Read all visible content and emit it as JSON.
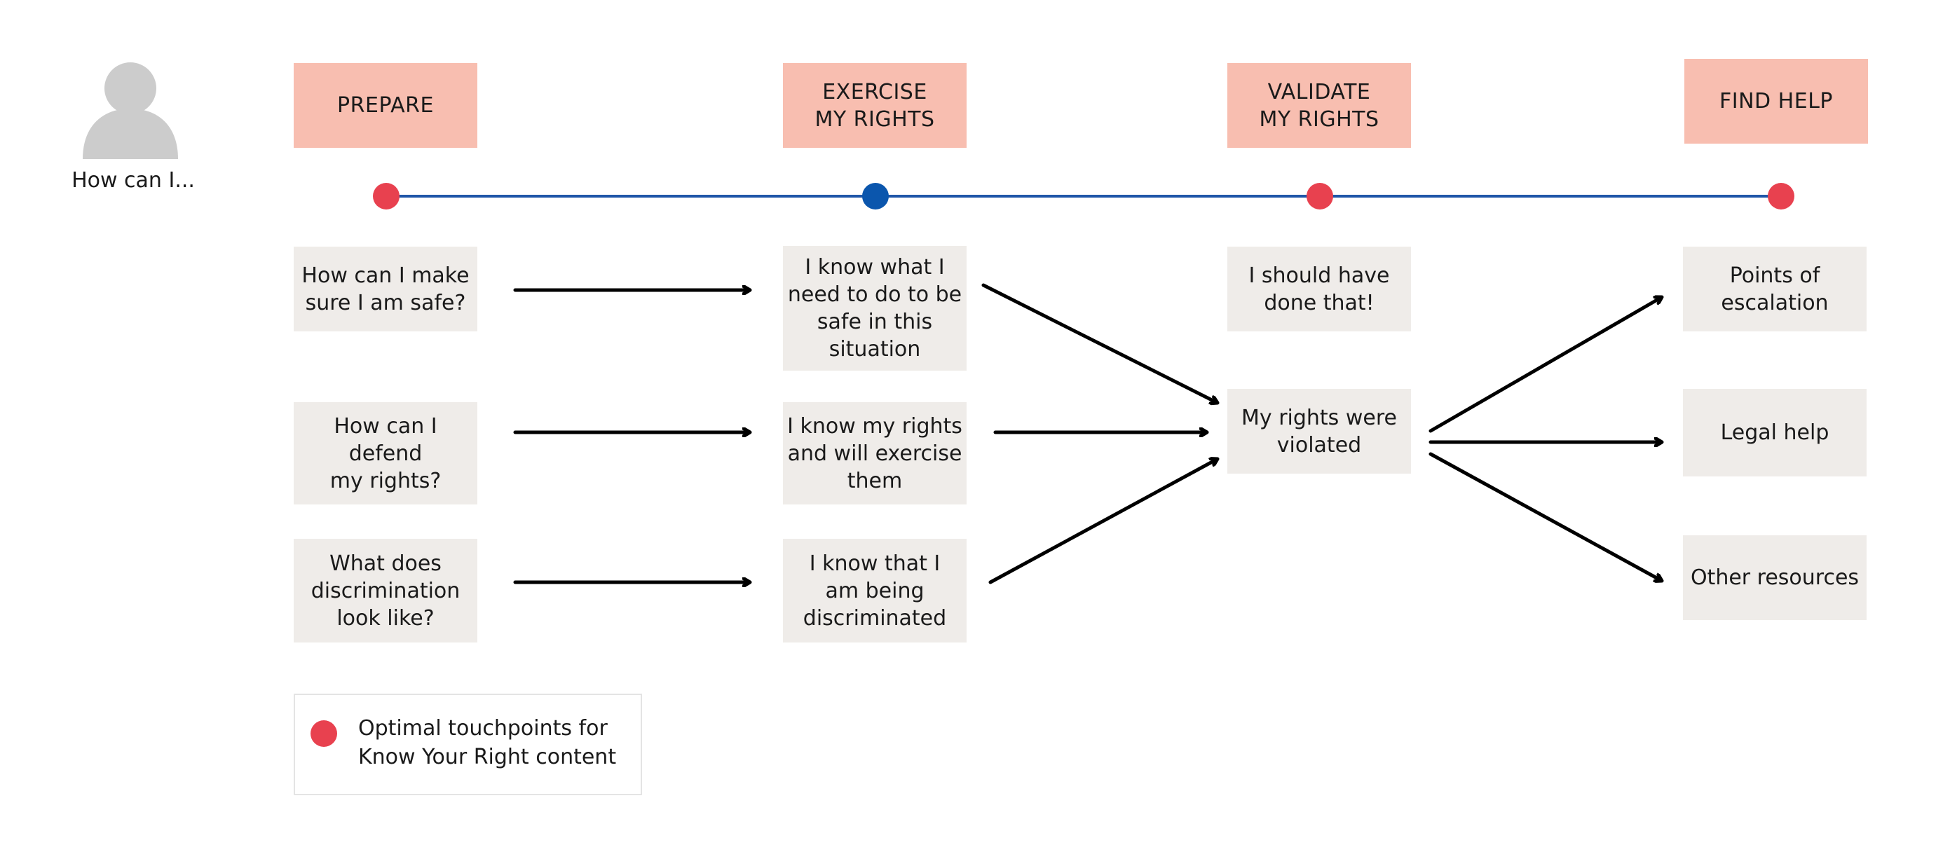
{
  "persona": {
    "label": "How can I..."
  },
  "stages": [
    {
      "id": "prepare",
      "label": "PREPARE",
      "touchpoint": "optimal"
    },
    {
      "id": "exercise",
      "label": "EXERCISE\nMY RIGHTS",
      "touchpoint": "current"
    },
    {
      "id": "validate",
      "label": "VALIDATE\nMY RIGHTS",
      "touchpoint": "optimal"
    },
    {
      "id": "find-help",
      "label": "FIND HELP",
      "touchpoint": "optimal"
    }
  ],
  "steps": {
    "prepare": [
      "How can I make\nsure I am safe?",
      "How can I defend\nmy rights?",
      "What does\ndiscrimination\nlook like?"
    ],
    "exercise": [
      "I know what I\nneed to do to be\nsafe in this\nsituation",
      "I know my rights\nand will exercise\nthem",
      "I know that I\nam being\ndiscriminated"
    ],
    "validate": [
      "I should have\ndone that!",
      "My rights were\nviolated"
    ],
    "find_help": [
      "Points of\nescalation",
      "Legal help",
      "Other resources"
    ]
  },
  "connections": [
    [
      "prepare.0",
      "exercise.0"
    ],
    [
      "prepare.1",
      "exercise.1"
    ],
    [
      "prepare.2",
      "exercise.2"
    ],
    [
      "exercise.0",
      "validate.1"
    ],
    [
      "exercise.1",
      "validate.1"
    ],
    [
      "exercise.2",
      "validate.1"
    ],
    [
      "validate.1",
      "find_help.0"
    ],
    [
      "validate.1",
      "find_help.1"
    ],
    [
      "validate.1",
      "find_help.2"
    ]
  ],
  "legend": {
    "label": "Optimal touchpoints for\nKnow Your Right content"
  },
  "colors": {
    "stage_fill": "#f8beb0",
    "step_fill": "#efece9",
    "timeline": "#1f56a8",
    "touchpoint_optimal": "#e8414f",
    "touchpoint_current": "#0b56ad",
    "arrow": "#000000",
    "persona": "#cccccc"
  }
}
